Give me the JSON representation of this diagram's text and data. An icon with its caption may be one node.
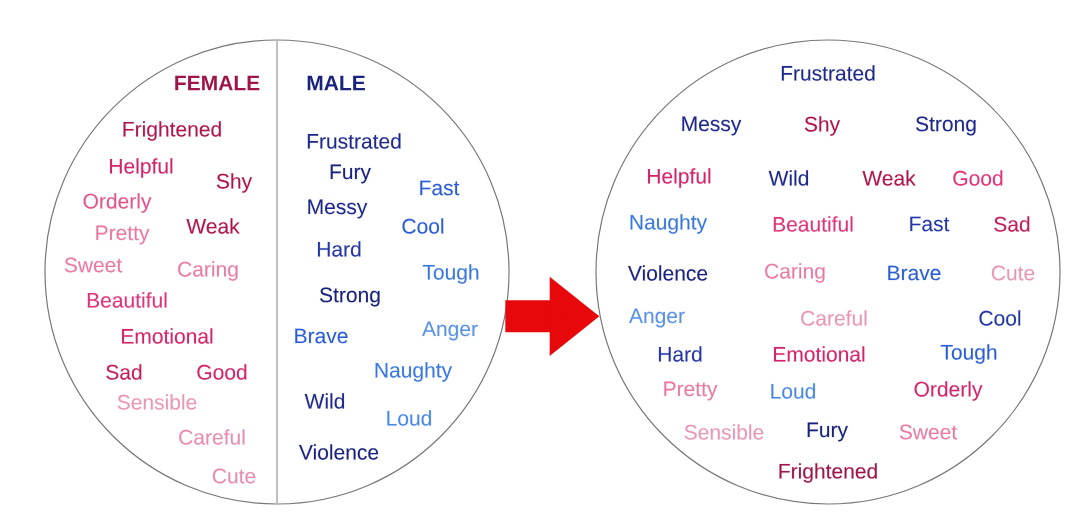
{
  "diagram": {
    "nodes": [
      {
        "text": [
          "FEMALE",
          "MALE",
          "Frightened",
          "Helpful",
          "Shy",
          "Orderly",
          "Weak",
          "Pretty",
          "Sweet",
          "Caring",
          "Beautiful",
          "Emotional",
          "Sad",
          "Good",
          "Sensible",
          "Careful",
          "Cute",
          "Frustrated",
          "Fury",
          "Fast",
          "Messy",
          "Cool",
          "Hard",
          "Tough",
          "Strong",
          "Brave",
          "Anger",
          "Naughty",
          "Wild",
          "Loud",
          "Violence"
        ]
      },
      {
        "text": [
          "Frustrated",
          "Messy",
          "Shy",
          "Strong",
          "Helpful",
          "Wild",
          "Weak",
          "Good",
          "Naughty",
          "Beautiful",
          "Fast",
          "Sad",
          "Violence",
          "Caring",
          "Brave",
          "Cute",
          "Anger",
          "Careful",
          "Cool",
          "Hard",
          "Emotional",
          "Tough",
          "Pretty",
          "Loud",
          "Orderly",
          "Sensible",
          "Fury",
          "Sweet",
          "Frightened"
        ]
      }
    ],
    "edges": [
      {
        "from": 0,
        "to": 1,
        "arrow": "to"
      }
    ]
  }
}
